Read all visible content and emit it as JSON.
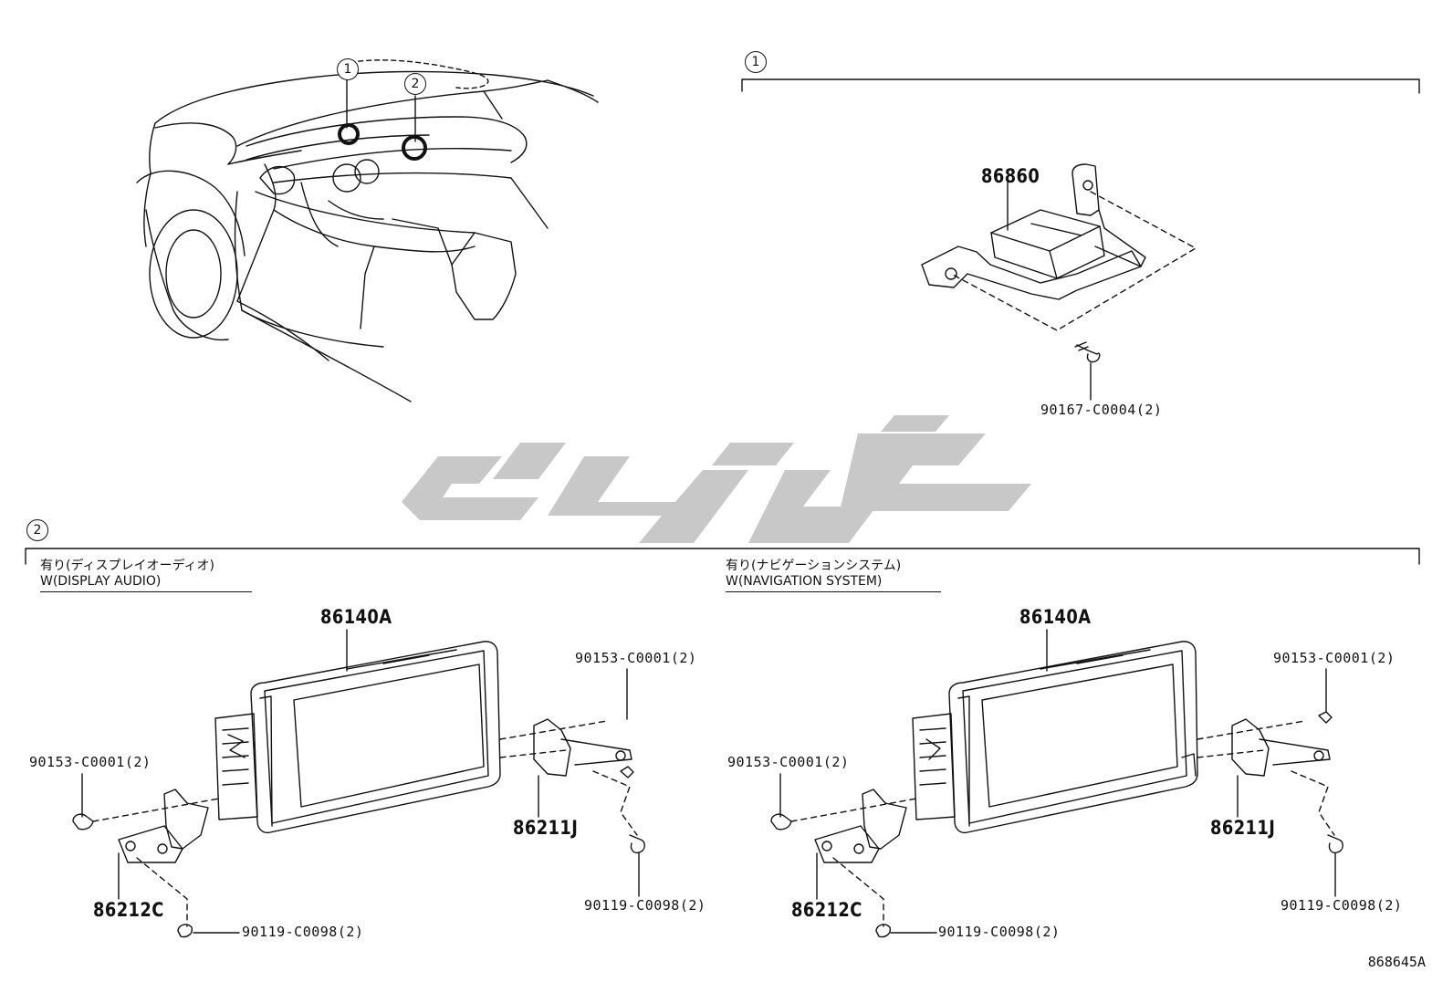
{
  "section_labels": {
    "one": "1",
    "two": "2"
  },
  "car_callouts": {
    "one": "1",
    "two": "2"
  },
  "parts": {
    "p86860": "86860",
    "p90167": "90167-C0004(2)",
    "left_86140A": "86140A",
    "left_90153_right": "90153-C0001(2)",
    "left_90153_left": "90153-C0001(2)",
    "left_86211J": "86211J",
    "left_86212C": "86212C",
    "left_90119_right": "90119-C0098(2)",
    "left_90119_bottom": "90119-C0098(2)",
    "right_86140A": "86140A",
    "right_90153_right": "90153-C0001(2)",
    "right_90153_left": "90153-C0001(2)",
    "right_86211J": "86211J",
    "right_86212C": "86212C",
    "right_90119_right": "90119-C0098(2)",
    "right_90119_bottom": "90119-C0098(2)"
  },
  "variants": {
    "display_audio_jp": "有り(ディスプレイオーディオ)",
    "display_audio_en": "W(DISPLAY AUDIO)",
    "navigation_jp": "有り(ナビゲーションシステム)",
    "navigation_en": "W(NAVIGATION SYSTEM)"
  },
  "diagram_code": "868645A",
  "watermark_color": "#c8c8c8"
}
